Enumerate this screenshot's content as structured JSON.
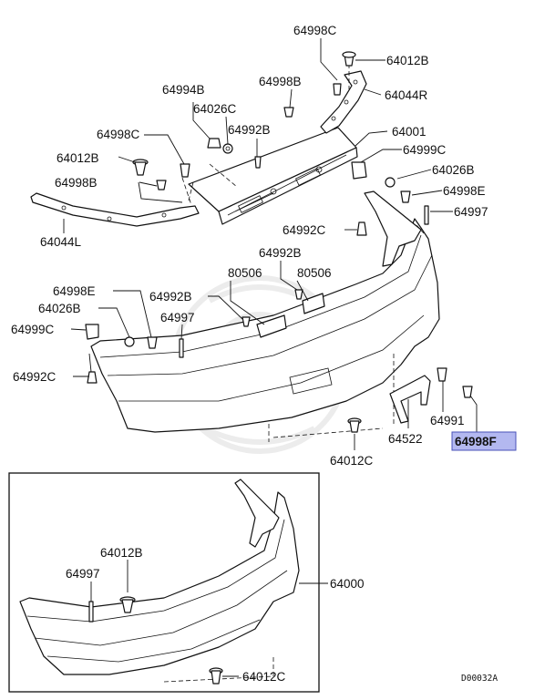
{
  "diagram": {
    "callouts": {
      "c64998C_top": "64998C",
      "c64012B_top": "64012B",
      "c64044R": "64044R",
      "c64994B": "64994B",
      "c64998B_top": "64998B",
      "c64026C": "64026C",
      "c64992B_top": "64992B",
      "c64998C_left": "64998C",
      "c64001": "64001",
      "c64012B_left": "64012B",
      "c64999C_right": "64999C",
      "c64026B_right": "64026B",
      "c64998B_left": "64998B",
      "c64998E_right": "64998E",
      "c64997_right": "64997",
      "c64044L": "64044L",
      "c64992C_right": "64992C",
      "c64992B_mid": "64992B",
      "c80506_a": "80506",
      "c80506_b": "80506",
      "c64998E_left": "64998E",
      "c64992B_left": "64992B",
      "c64026B_left": "64026B",
      "c64997_mid": "64997",
      "c64999C_left": "64999C",
      "c64992C_left": "64992C",
      "c64991": "64991",
      "c64522": "64522",
      "c64998F": "64998F",
      "c64012C_mid": "64012C",
      "c64012B_inset": "64012B",
      "c64997_inset": "64997",
      "c64000": "64000",
      "c64012C_inset": "64012C"
    },
    "highlighted_part": "64998F",
    "highlight_color": "#b3b8f0",
    "drawing_code": "D00032A"
  }
}
